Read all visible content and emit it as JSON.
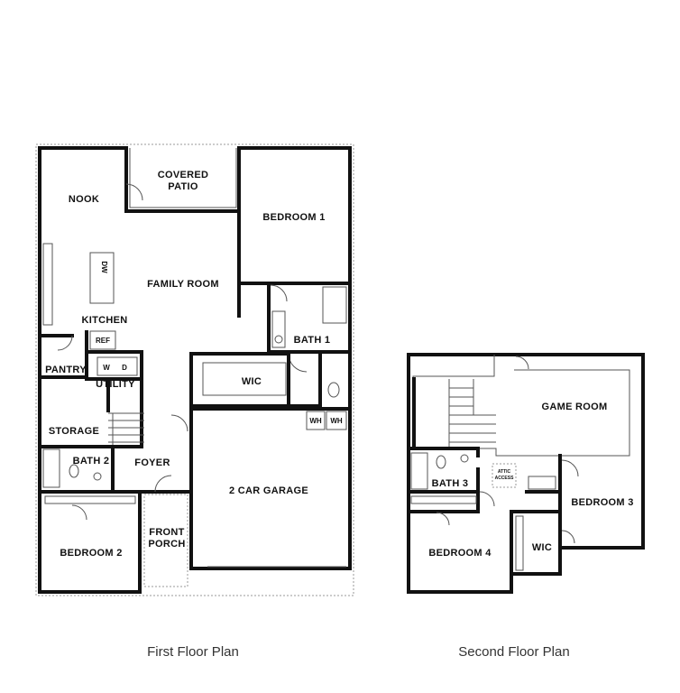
{
  "first_floor": {
    "caption": "First Floor Plan",
    "rooms": {
      "covered_patio_1": "COVERED",
      "covered_patio_2": "PATIO",
      "nook": "NOOK",
      "bedroom_1": "BEDROOM 1",
      "dw": "DW",
      "family_room": "FAMILY ROOM",
      "kitchen": "KITCHEN",
      "ref": "REF",
      "bath_1": "BATH 1",
      "pantry": "PANTRY",
      "washer": "W",
      "dryer": "D",
      "utility": "UTILITY",
      "wic": "WIC",
      "wh_1": "WH",
      "wh_2": "WH",
      "storage": "STORAGE",
      "bath_2": "BATH 2",
      "foyer": "FOYER",
      "garage": "2 CAR GARAGE",
      "front_porch_1": "FRONT",
      "front_porch_2": "PORCH",
      "bedroom_2": "BEDROOM 2"
    }
  },
  "second_floor": {
    "caption": "Second Floor Plan",
    "rooms": {
      "game_room": "GAME ROOM",
      "bath_3": "BATH 3",
      "attic_1": "ATTIC",
      "attic_2": "ACCESS",
      "bedroom_3": "BEDROOM 3",
      "wic": "WIC",
      "bedroom_4": "BEDROOM 4"
    }
  }
}
